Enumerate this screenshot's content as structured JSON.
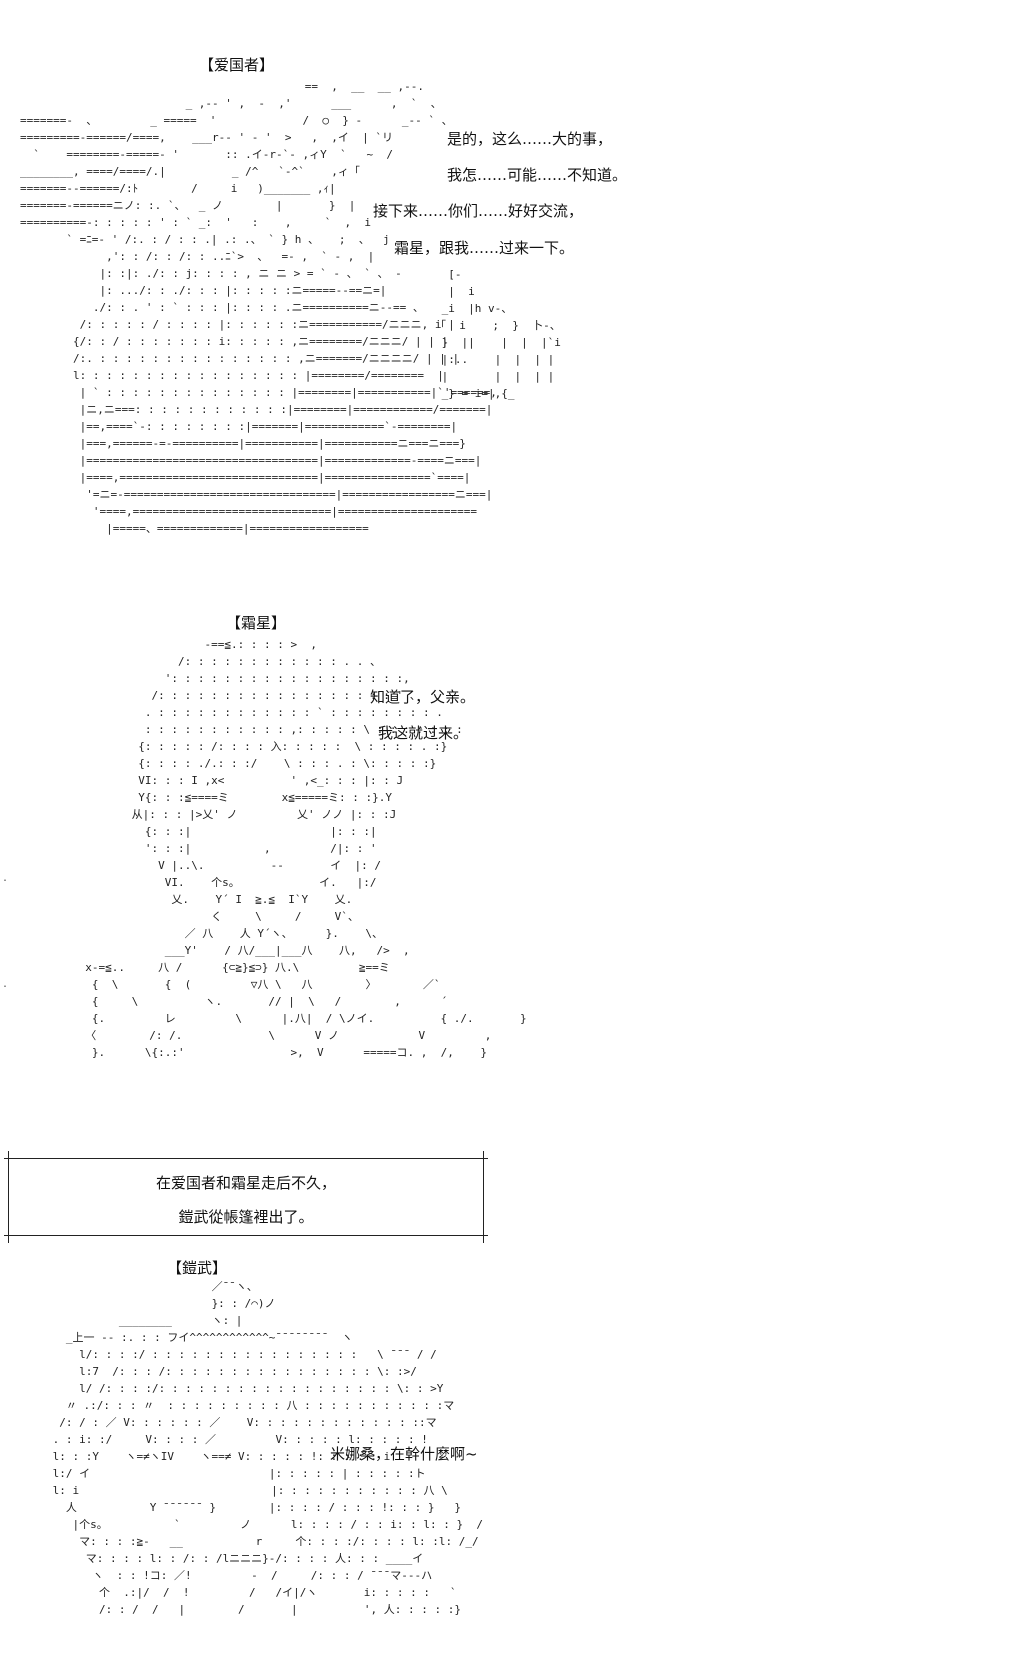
{
  "scene1": {
    "speaker": "【爱国者】",
    "lines": [
      "是的，这么……大的事，",
      "我怎……可能……不知道。",
      "接下来……你们……好好交流，",
      "霜星，跟我……过来一下。"
    ]
  },
  "scene2": {
    "speaker": "【霜星】",
    "lines": [
      "知道了，父亲。",
      "我这就过来。"
    ]
  },
  "narration": {
    "lines": [
      "在爱国者和霜星走后不久，",
      "鎧武從帳篷裡出了。"
    ]
  },
  "scene3": {
    "speaker": "【鎧武】",
    "lines": [
      "米娜桑，在幹什麼啊~"
    ]
  }
}
